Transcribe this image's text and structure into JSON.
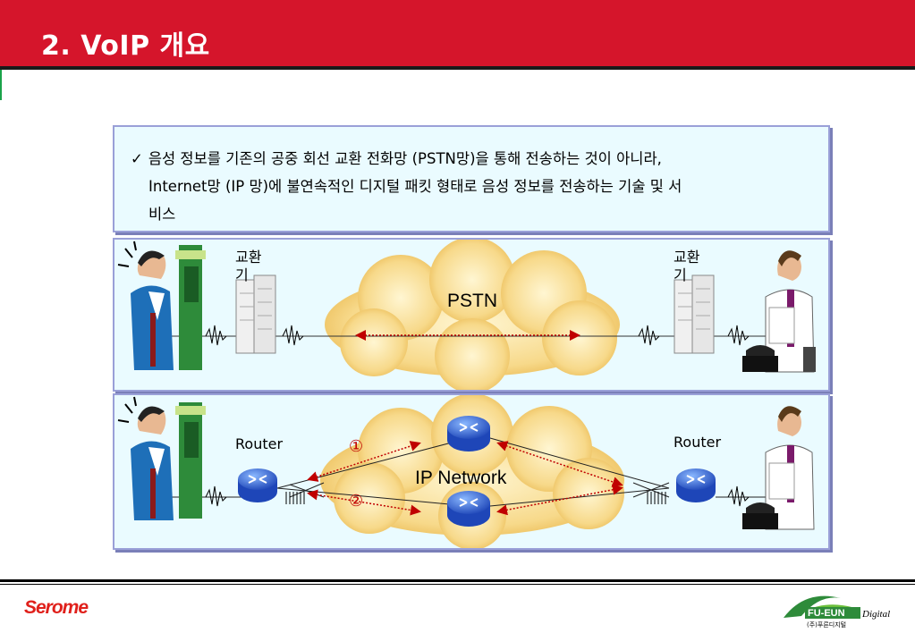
{
  "header": {
    "title": "2. VoIP 개요",
    "bg_color": "#d5152b"
  },
  "description": {
    "check_mark": "✓",
    "line1": "음성 정보를 기존의 공중 회선 교환 전화망 (PSTN망)을 통해 전송하는 것이 아니라,",
    "line2": "Internet망 (IP 망)에 불연속적인 디지털 패킷 형태로 음성 정보를 전송하는 기술 및 서",
    "line3": "비스"
  },
  "pstn_panel": {
    "switch_left_label": "교환기",
    "switch_right_label": "교환기",
    "cloud_label": "PSTN"
  },
  "ip_panel": {
    "router_left_label": "Router",
    "router_right_label": "Router",
    "cloud_label": "IP Network",
    "path1": "①",
    "path2": "②"
  },
  "footer": {
    "left_logo": "Serome",
    "right_logo": "FU-EUN",
    "right_logo_sub": "Digital",
    "right_logo_kr": "(주)푸른디지털"
  }
}
